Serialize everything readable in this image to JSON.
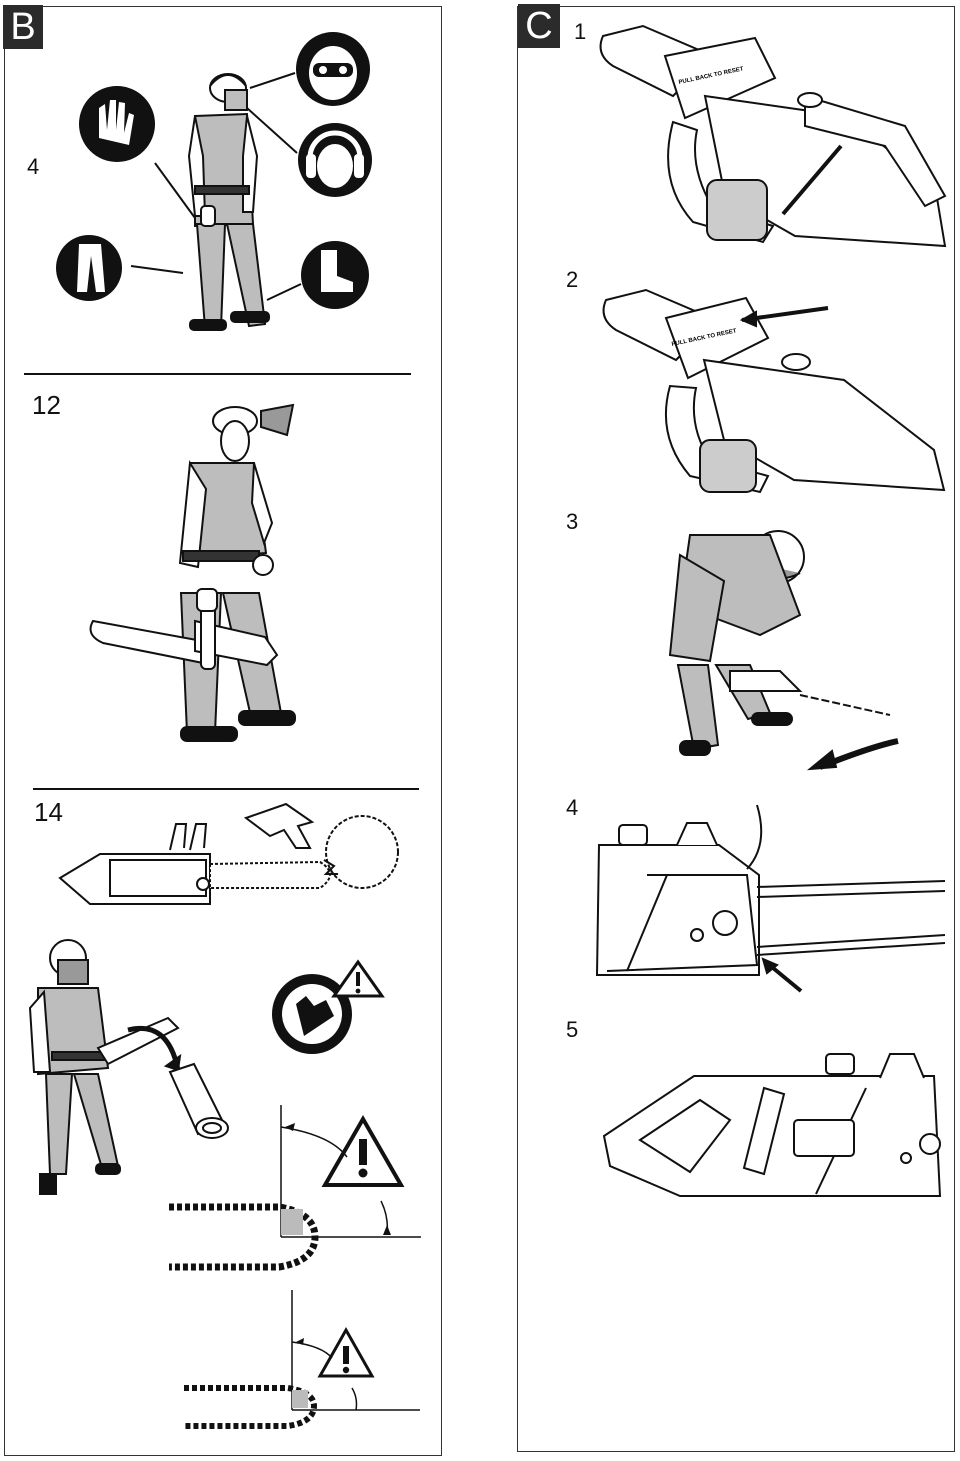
{
  "panel_b": {
    "label": "B",
    "steps": [
      "4",
      "12",
      "14"
    ]
  },
  "panel_c": {
    "label": "C",
    "steps": [
      "1",
      "2",
      "3",
      "4",
      "5"
    ]
  },
  "sticker_text": "PULL BACK TO RESET",
  "icons": {
    "gloves": "gloves-icon",
    "face_protection": "face-shield-icon",
    "hearing_protection": "ear-protection-icon",
    "trousers": "protective-trousers-icon",
    "boots": "safety-boots-icon",
    "warning": "warning-triangle-icon",
    "kickback": "kickback-warning-icon"
  },
  "colors": {
    "ink": "#111111",
    "protective_grey": "#bdbdbd",
    "label_background": "#2b2b2b"
  }
}
